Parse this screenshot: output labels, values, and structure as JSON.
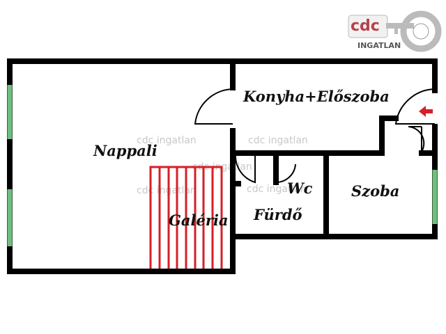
{
  "logo": {
    "brand": "cdc",
    "subtitle": "INGATLAN",
    "brand_color": "#b7414a"
  },
  "watermark": "cdc ingatlan",
  "rooms": {
    "nappali": "Nappali",
    "konyha": "Konyha+Előszoba",
    "galeria": "Galéria",
    "wc": "Wc",
    "furdo": "Fürdő",
    "szoba": "Szoba"
  },
  "colors": {
    "wall": "#000000",
    "window": "#6fbf7f",
    "stair": "#d61f26",
    "entrance_arrow": "#d61f26"
  },
  "icons": {
    "entrance": "entrance-arrow-icon",
    "logo": "key-icon"
  }
}
